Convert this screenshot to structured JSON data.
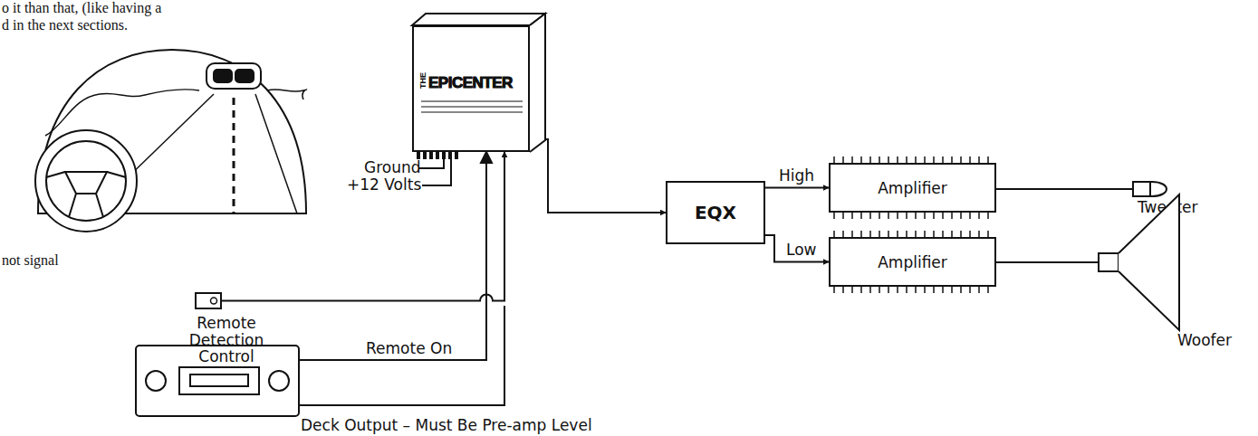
{
  "diagram": {
    "nodes": [
      {
        "text": [
          "THE",
          "EPICENTER"
        ]
      },
      {
        "text": [
          "Remote Detection Control"
        ]
      },
      {
        "text": [
          "EQX"
        ]
      },
      {
        "text": [
          "Amplifier"
        ]
      },
      {
        "text": [
          "Amplifier"
        ]
      },
      {
        "text": [
          "Tweeter"
        ]
      },
      {
        "text": [
          "Woofer"
        ]
      }
    ],
    "edges": [
      {
        "from": 1,
        "to": 0,
        "arrow": "to"
      },
      {
        "from": 0,
        "to": 2,
        "arrow": "to"
      },
      {
        "from": 2,
        "to": 3,
        "label": "High",
        "arrow": "to"
      },
      {
        "from": 2,
        "to": 4,
        "label": "Low",
        "arrow": "to"
      },
      {
        "from": 3,
        "to": 5,
        "arrow": "none"
      },
      {
        "from": 4,
        "to": 6,
        "arrow": "none"
      }
    ],
    "labels": [
      "o it than that, (like having a",
      "d in the next sections.",
      "not signal",
      "Ground",
      "+12 Volts",
      "Remote On",
      "Deck Output – Must Be Pre-amp Level"
    ]
  }
}
